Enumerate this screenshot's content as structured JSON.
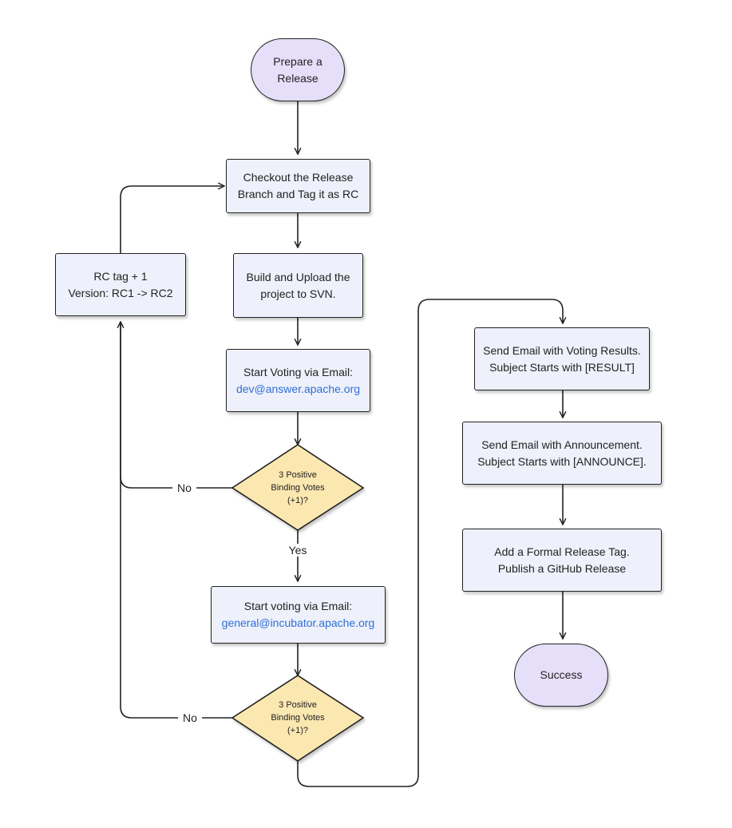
{
  "nodes": {
    "start": [
      "Prepare a",
      "Release"
    ],
    "checkout": [
      "Checkout the Release",
      "Branch and Tag it as RC"
    ],
    "build": [
      "Build and Upload the",
      "project to SVN."
    ],
    "vote_dev": {
      "text": "Start Voting via Email:",
      "email": "dev@answer.apache.org"
    },
    "decision1": [
      "3 Positive",
      "Binding Votes",
      "(+1)?"
    ],
    "vote_general": {
      "text": "Start voting via Email:",
      "email": "general@incubator.apache.org"
    },
    "decision2": [
      "3 Positive",
      "Binding Votes",
      "(+1)?"
    ],
    "rc_increment": [
      "RC tag + 1",
      "Version: RC1 -> RC2"
    ],
    "send_result": [
      "Send Email with Voting Results.",
      "Subject Starts with [RESULT]"
    ],
    "send_announce": [
      "Send Email with Announcement.",
      "Subject Starts with [ANNOUNCE]."
    ],
    "formal_release": [
      "Add a Formal Release Tag.",
      "Publish a GitHub Release"
    ],
    "success": "Success"
  },
  "edge_labels": {
    "no1": "No",
    "yes": "Yes",
    "no2": "No"
  },
  "colors": {
    "box_fill": "#eef1fb",
    "pill_fill": "#e6dffa",
    "diamond_fill": "#fbe7b0",
    "stroke": "#222222",
    "link": "#2f6fd6"
  }
}
